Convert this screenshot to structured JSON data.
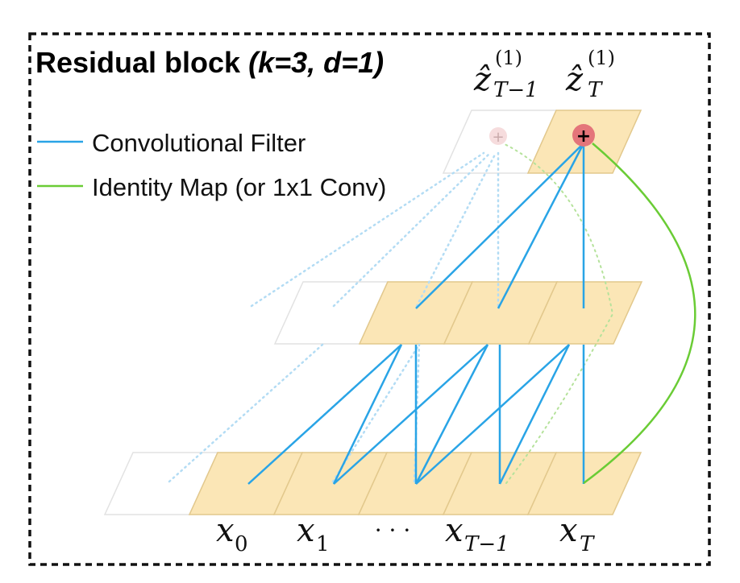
{
  "title": {
    "main": "Residual block ",
    "params": "(k=3, d=1)"
  },
  "legend": [
    {
      "label": "Convolutional Filter",
      "color": "#29a4e6"
    },
    {
      "label": "Identity Map (or 1x1 Conv)",
      "color": "#6acc35"
    }
  ],
  "outputs": [
    {
      "symbol": "ẑ",
      "sup": "(1)",
      "sub": "T−1"
    },
    {
      "symbol": "ẑ",
      "sup": "(1)",
      "sub": "T"
    }
  ],
  "inputs": [
    {
      "symbol": "x",
      "sub": "0"
    },
    {
      "symbol": "x",
      "sub": "1"
    },
    {
      "ellipsis": "· · ·"
    },
    {
      "symbol": "x",
      "sub": "T−1"
    },
    {
      "symbol": "x",
      "sub": "T"
    }
  ],
  "add_symbol": "+",
  "colors": {
    "cell_fill": "#fbe6b6",
    "cell_stroke": "#e2c88c",
    "empty_stroke": "#e2e2e2",
    "conv": "#29a4e6",
    "conv_faded": "#b3dcf4",
    "identity": "#6acc35",
    "identity_faded": "#b5e29b",
    "add_node": "#e4757a",
    "add_node_faded": "#f6dcdd"
  }
}
